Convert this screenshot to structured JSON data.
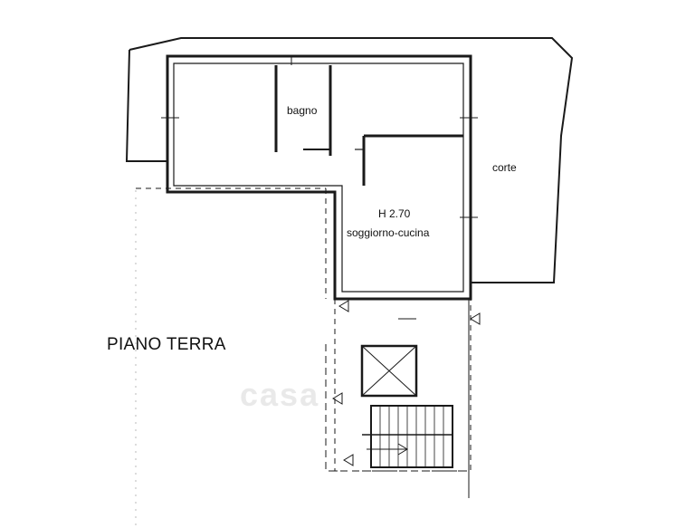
{
  "plan": {
    "floor_label": "PIANO TERRA",
    "rooms": {
      "bathroom": "bagno",
      "courtyard": "corte",
      "height": "H 2.70",
      "living_kitchen": "soggiorno-cucina"
    },
    "watermark": "casa"
  },
  "colors": {
    "line": "#1a1a1a",
    "background": "#ffffff"
  }
}
